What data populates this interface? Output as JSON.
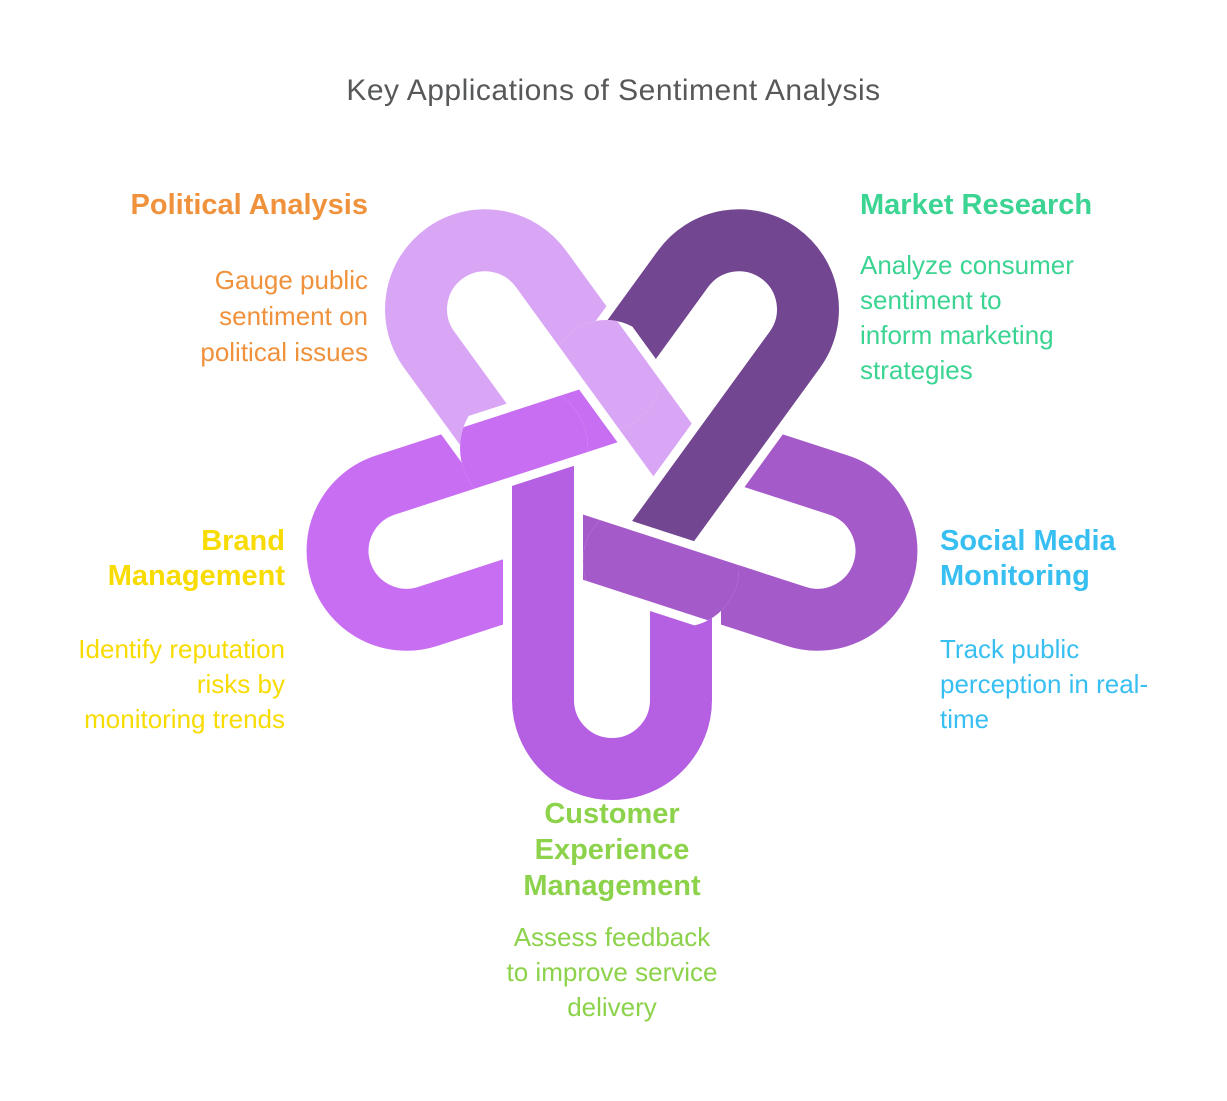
{
  "title": "Key Applications of Sentiment Analysis",
  "title_color": "#57585A",
  "sections": [
    {
      "id": "political",
      "heading": "Political Analysis",
      "description": "Gauge public\nsentiment on\npolitical issues",
      "color": "#F0913C",
      "position": "top-left"
    },
    {
      "id": "market",
      "heading": "Market Research",
      "description": "Analyze consumer\nsentiment to\ninform marketing\nstrategies",
      "color": "#3BD492",
      "position": "top-right"
    },
    {
      "id": "social",
      "heading": "Social Media\nMonitoring",
      "description": "Track public\nperception in real-\ntime",
      "color": "#38BFF2",
      "position": "right"
    },
    {
      "id": "customer",
      "heading": "Customer\nExperience\nManagement",
      "description": "Assess feedback\nto improve service\ndelivery",
      "color": "#8CD24B",
      "position": "bottom"
    },
    {
      "id": "brand",
      "heading": "Brand\nManagement",
      "description": "Identify reputation\nrisks by\nmonitoring trends",
      "color": "#F8DB00",
      "position": "left"
    }
  ],
  "knot": {
    "ribbon_colors": {
      "top_left": "#D9A5F5",
      "top_right": "#724690",
      "right": "#A55ACA",
      "bottom": "#B560E3",
      "left": "#C86EF2"
    },
    "outline_color": "#FFFFFF"
  }
}
